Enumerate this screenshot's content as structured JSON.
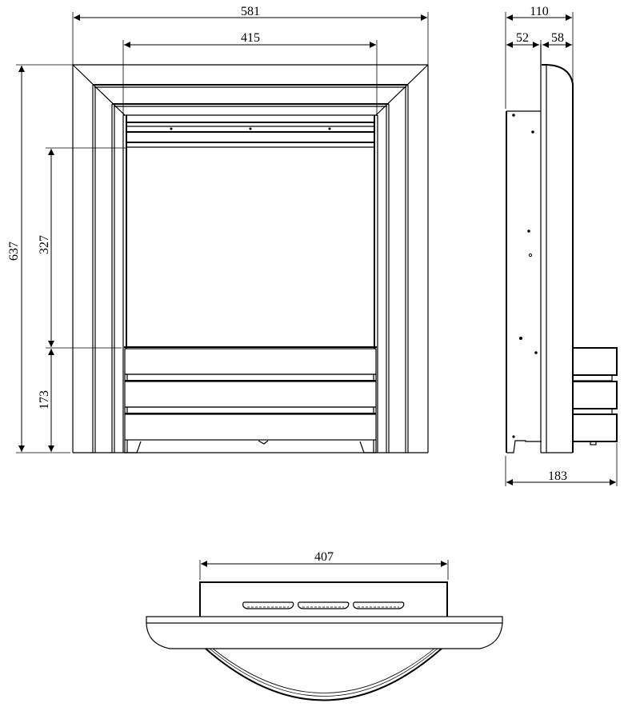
{
  "drawing": {
    "type": "technical dimension drawing",
    "units": "mm",
    "views": [
      "front-view",
      "side-view",
      "top-view"
    ]
  },
  "front_view": {
    "dimensions": {
      "overall_width": "581",
      "inner_width": "415",
      "overall_height": "637",
      "opening_height": "327",
      "base_height": "173"
    }
  },
  "side_view": {
    "dimensions": {
      "overall_depth_top": "110",
      "rear_box_depth": "52",
      "frame_depth": "58",
      "overall_depth_base": "183"
    }
  },
  "top_view": {
    "dimensions": {
      "box_width": "407"
    },
    "vent_slots": 3
  },
  "colors": {
    "line": "#000000",
    "background": "#ffffff"
  }
}
